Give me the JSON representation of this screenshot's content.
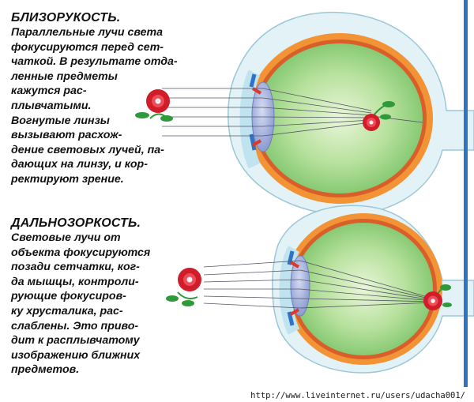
{
  "myopia": {
    "title": "БЛИЗОРУКОСТЬ.",
    "lines": [
      "Параллельные лучи света",
      "фокусируются перед сет-",
      "чаткой. В результате отда-",
      "ленные предметы",
      "кажутся рас-",
      "плывчатыми.",
      "Вогнутые линзы",
      "вызывают расхож-",
      "дение световых лучей, па-",
      "дающих на линзу, и кор-",
      "ректируют зрение."
    ]
  },
  "hyperopia": {
    "title": "ДАЛЬНОЗОРКОСТЬ.",
    "lines": [
      "Световые лучи от",
      "объекта фокусируются",
      "позади сетчатки, ког-",
      "да мышцы, контроли-",
      "рующие фокусиров-",
      "ку хрусталика, рас-",
      "слаблены. Это приво-",
      "дит к расплывчатому",
      "изображению ближних",
      "предметов."
    ]
  },
  "footer": {
    "url": "http://www.liveinternet.ru/users/udacha001/"
  },
  "colors": {
    "sclera": "#e2f2f7",
    "choroid": "#f29335",
    "vitreous": "#9fd686",
    "lens": "#9aa8d8",
    "cornea_blue": "#2f73c8",
    "iris_red": "#d93a2c",
    "rose": "#d11c2a",
    "leaf": "#2f9a3a",
    "accent_rule": "#2f74c0"
  }
}
